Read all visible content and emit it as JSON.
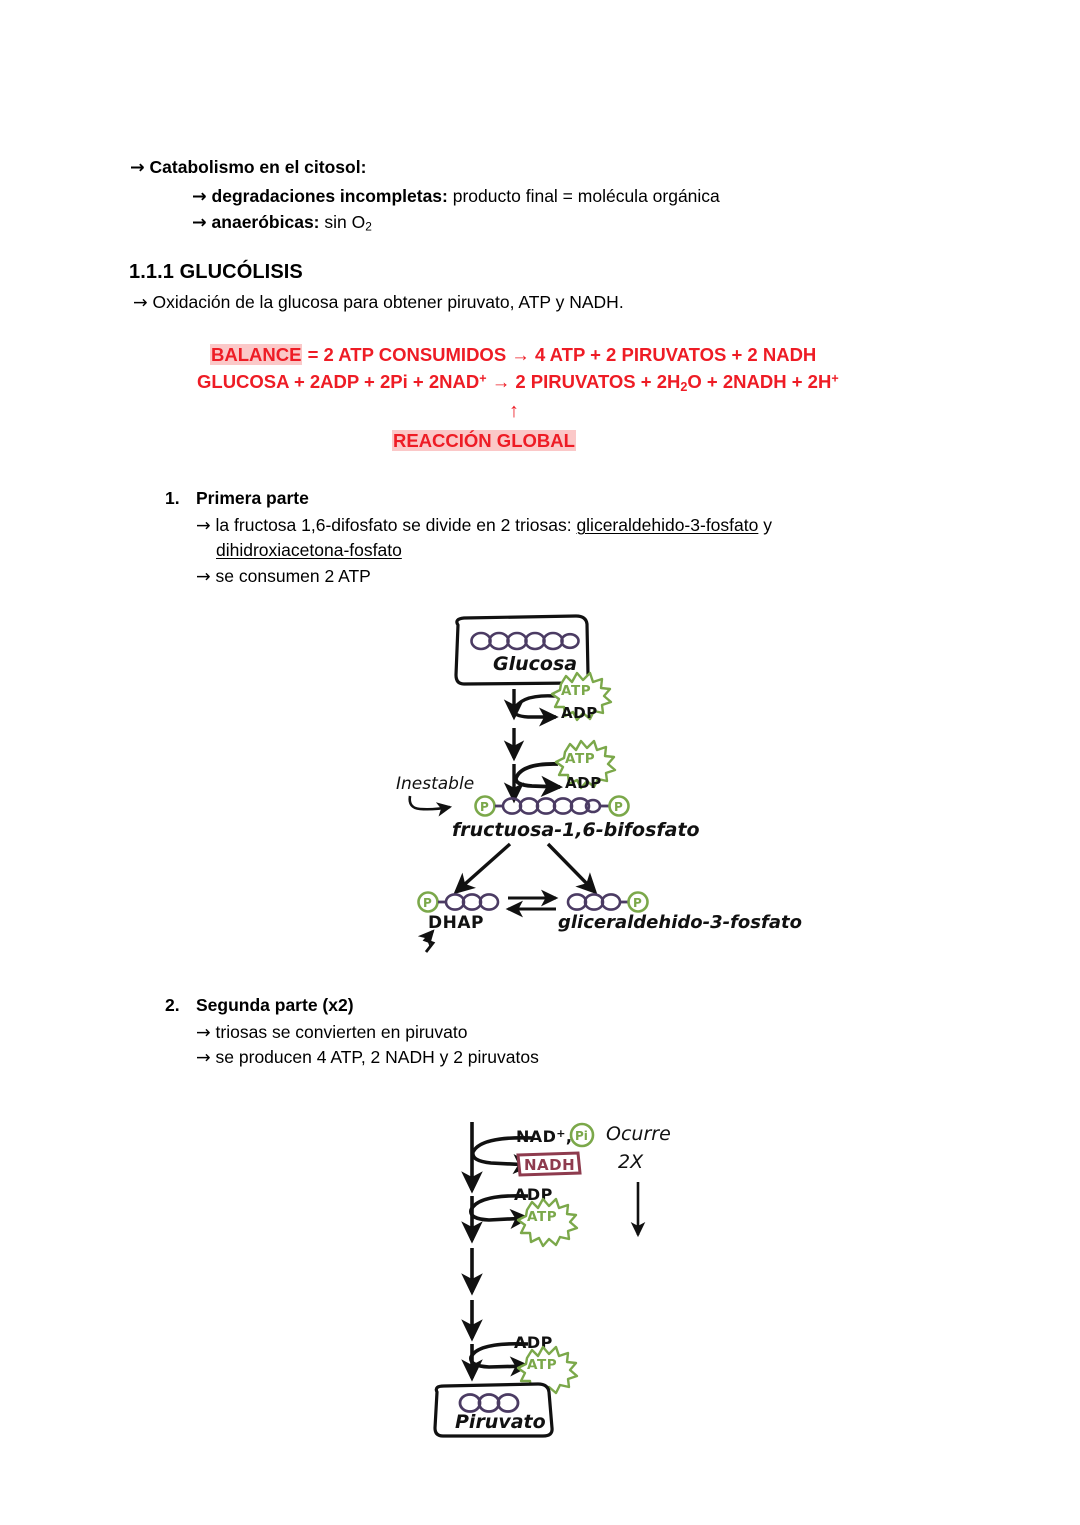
{
  "document": {
    "title": "Apuntes Glucólisis",
    "language": "es"
  },
  "colors": {
    "red_text": "#ee1c25",
    "highlight_pink": "#fbc8c8",
    "atp_green": "#7ba84a",
    "phosphate_green": "#7ba84a",
    "carbon_purple": "#4b3b63",
    "nadh_maroon": "#8e3b4e",
    "ink_black": "#111111"
  },
  "intro": {
    "line1_arrow": "→",
    "line1_bold": "Catabolismo en el citosol:",
    "line2_arrow": "→",
    "line2_bold": "degradaciones incompletas:",
    "line2_rest": "producto final = molécula orgánica",
    "line3_arrow": "→",
    "line3_bold": "anaeróbicas:",
    "line3_rest_pre": "sin O",
    "line3_rest_sub": "2"
  },
  "section": {
    "heading": "1.1.1 GLUCÓLISIS",
    "lead_arrow": "→",
    "lead_text": "Oxidación de la glucosa para obtener piruvato, ATP y NADH."
  },
  "balance": {
    "label": "BALANCE",
    "line1_rest": " = 2 ATP CONSUMIDOS → 4 ATP + 2 PIRUVATOS + 2 NADH",
    "line2_a": "GLUCOSA + 2ADP + 2Pi + 2NAD",
    "line2_sup1": "+",
    "line2_b": " → 2 PIRUVATOS + 2H",
    "line2_sub1": "2",
    "line2_c": "O + 2NADH + 2H",
    "line2_sup2": "+",
    "up_arrow": "↑",
    "caption": "REACCIÓN GLOBAL"
  },
  "steps": [
    {
      "number": "1.",
      "title": "Primera parte",
      "bullets": [
        {
          "arrow": "→",
          "pre": "la fructosa 1,6-difosfato se divide en 2 triosas: ",
          "underlined_a": "gliceraldehido-3-fosfato",
          "mid": " y",
          "underlined_b": "dihidroxiacetona-fosfato"
        },
        {
          "arrow": "→",
          "pre": "se consumen 2 ATP"
        }
      ]
    },
    {
      "number": "2.",
      "title": "Segunda parte (x2)",
      "bullets": [
        {
          "arrow": "→",
          "pre": "triosas se convierten en piruvato"
        },
        {
          "arrow": "→",
          "pre": "se producen 4 ATP, 2 NADH y 2 piruvatos"
        }
      ]
    }
  ],
  "diagram1": {
    "name": "primera-parte-glucolisis",
    "glucose_box_label": "Glucosa",
    "glucose_carbons": 6,
    "step1_atp": "ATP",
    "step1_adp": "ADP",
    "step2_atp": "ATP",
    "step2_adp": "ADP",
    "inestable_label": "Inestable",
    "fructose_label": "fructuosa-1,6-bifosfato",
    "fructose_carbons": 6,
    "fructose_phosphate": "P",
    "dhap_label": "DHAP",
    "dhap_carbons": 3,
    "dhap_phosphate": "P",
    "g3p_label": "gliceraldehido-3-fosfato",
    "g3p_carbons": 3,
    "g3p_phosphate": "P"
  },
  "diagram2": {
    "name": "segunda-parte-glucolisis",
    "nad_label": "NAD",
    "nad_sup": "+",
    "nad_comma": ",",
    "pi_label": "Pi",
    "nadh_label": "NADH",
    "adp1_label": "ADP",
    "atp1_label": "ATP",
    "adp2_label": "ADP",
    "atp2_label": "ATP",
    "ocurre_line1": "Ocurre",
    "ocurre_line2": "2X",
    "pyruvate_box_label": "Piruvato",
    "pyruvate_carbons": 3
  }
}
